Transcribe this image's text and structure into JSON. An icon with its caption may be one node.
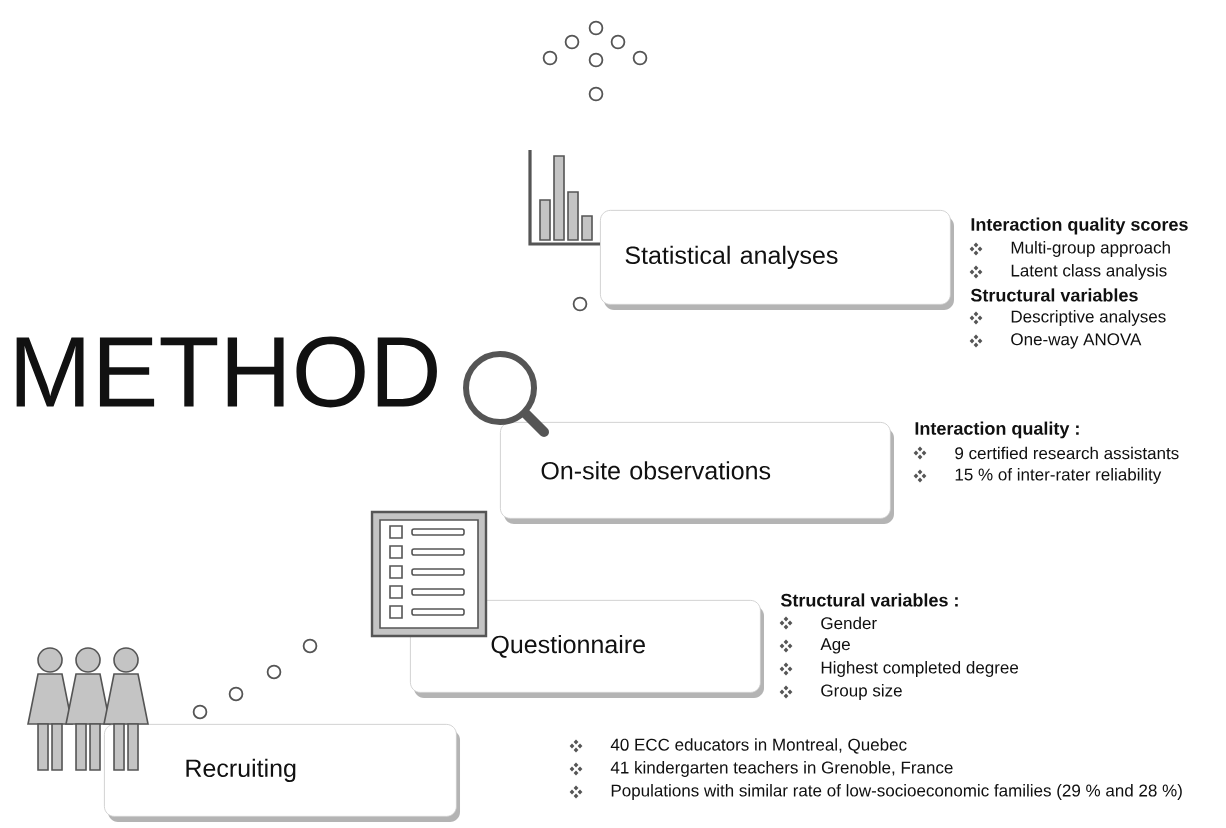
{
  "diagram": {
    "title": "METHOD",
    "nodes": [
      {
        "text": [
          "Recruiting"
        ],
        "beside": [
          "40 ECC educators in Montreal, Quebec",
          "41 kindergarten teachers in Grenoble, France",
          "Populations with similar rate of low-socioeconomic families (29 % and 28 %)"
        ]
      },
      {
        "text": [
          "Questionnaire"
        ],
        "beside": [
          "Structural variables :",
          "Gender",
          "Age",
          "Highest completed degree",
          "Group size"
        ]
      },
      {
        "text": [
          "On-site observations"
        ],
        "beside": [
          "Interaction quality :",
          "9 certified research assistants",
          "15 % of inter-rater reliability"
        ]
      },
      {
        "text": [
          "Statistical analyses"
        ],
        "beside": [
          "Interaction quality scores",
          "Multi-group approach",
          "Latent class analysis",
          "Structural variables",
          "Descriptive analyses",
          "One-way ANOVA"
        ]
      }
    ]
  }
}
